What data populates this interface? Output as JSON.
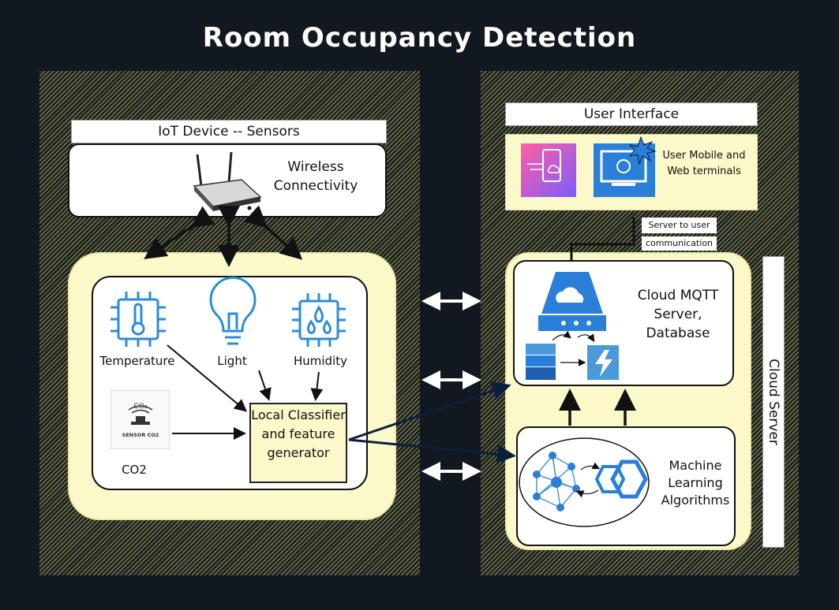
{
  "title": "Room Occupancy Detection",
  "iot": {
    "header": "IoT Device -- Sensors",
    "wireless": "Wireless Connectivity",
    "sensors": {
      "temperature": "Temperature",
      "light": "Light",
      "humidity": "Humidity",
      "co2": "CO2",
      "co2_sensor_label": "SENSOR CO2",
      "co2_symbol": "CO₂"
    },
    "classifier": "Local Classifier and feature generator"
  },
  "cloud": {
    "ui_header": "User Interface",
    "terminals": "User Mobile and Web terminals",
    "server_comm_1": "Server to user",
    "server_comm_2": "communication",
    "mqtt": "Cloud MQTT Server, Database",
    "ml": "Machine Learning Algorithms",
    "side_label": "Cloud Server"
  },
  "colors": {
    "background": "#121820",
    "hatch": "#eeee8c",
    "panel_yellow": "#fbf8c9",
    "icon_blue": "#2a8dd8",
    "arrow_navy": "#0b1f3d"
  }
}
